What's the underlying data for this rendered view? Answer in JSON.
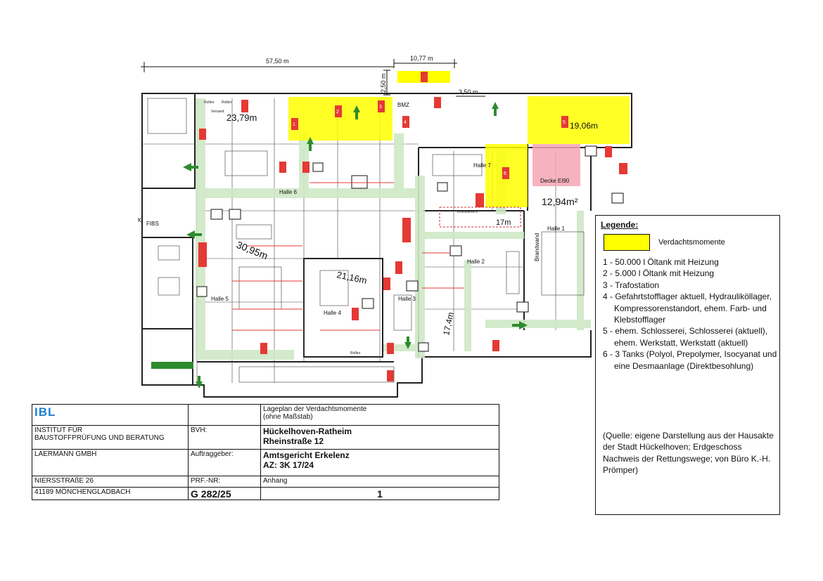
{
  "dimensions": {
    "top_length": "57,50 m",
    "top_right": "10,77 m",
    "vertical": "2,50 m",
    "dim_3_50": "3,50 m"
  },
  "measurements": {
    "m1": "23,79m",
    "m2": "19,06m",
    "m3": "12,94m²",
    "m4": "17m",
    "m5": "30,95m",
    "m6": "21,16m",
    "m7": "17,4m"
  },
  "hall_labels": {
    "halle6": "Halle 6",
    "halle7": "Halle 7",
    "halle1": "Halle 1",
    "halle2": "Halle 2",
    "halle3": "Halle 3",
    "halle4": "Halle 4",
    "halle5": "Halle 5",
    "decke": "Decke EI90",
    "bmz": "BMZ",
    "fibs": "FIBS",
    "brandwand": "Brandwand",
    "versand": "Versand",
    "rolltor1": "Rolltor",
    "rolltor2": "Rolltor",
    "rolltor3": "Rolltor",
    "druckbereich": "Druckbereich",
    "k": "K"
  },
  "suspicion_numbers": [
    "1",
    "2",
    "3",
    "4",
    "5",
    "6"
  ],
  "title_block": {
    "logo": "IBL",
    "inst1": "INSTITUT FÜR",
    "inst2": "BAUSTOFFPRÜFUNG UND BERATUNG",
    "company": "LAERMANN GMBH",
    "street": "NIERSSTRAßE 26",
    "city": "41189 MÖNCHENGLADBACH",
    "plan_title_1": "Lageplan der Verdachtsmomente",
    "plan_title_2": "(ohne Maßstab)",
    "bvh_label": "BVH:",
    "bvh_1": "Hückelhoven-Ratheim",
    "bvh_2": "Rheinstraße 12",
    "client_label": "Auftraggeber:",
    "client_1": "Amtsgericht Erkelenz",
    "client_2": "AZ: 3K 17/24",
    "prf_label": "PRF.-NR:",
    "prf_value": "G 282/25",
    "annex": "Anhang",
    "page": "1"
  },
  "legend": {
    "title": "Legende:",
    "swatch_label": "Verdachtsmomente",
    "items": [
      "1 - 50.000 l Öltank mit Heizung",
      "2 - 5.000 l Öltank mit Heizung",
      "3 - Trafostation",
      "4 - Gefahrtstofflager aktuell, Hydrauliköllager, Kompressorenstandort, ehem. Farb- und Klebstofflager",
      "5 - ehem. Schlosserei, Schlosserei (aktuell), ehem. Werkstatt, Werkstatt (aktuell)",
      "6 - 3 Tanks (Polyol, Prepolymer, Isocyanat und eine Desmaanlage (Direktbesohlung)"
    ],
    "source": "(Quelle: eigene Darstellung aus der Hausakte der Stadt Hückelhoven; Erdgeschoss Nachweis der Rettungswege; von Büro K.-H. Prömper)"
  },
  "colors": {
    "suspicion": "#ffff00",
    "escape_route": "#cfe8c6",
    "fire_red": "#e53935",
    "pink_area": "#f4a6b4",
    "logo_blue": "#1d7fd0"
  }
}
